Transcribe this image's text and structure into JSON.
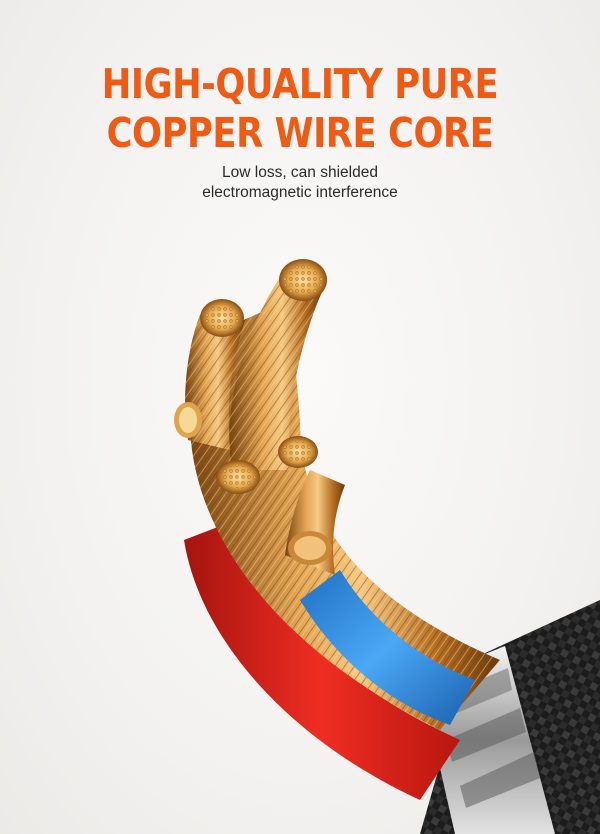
{
  "headline": {
    "line1": "HIGH-QUALITY PURE",
    "line2": "COPPER WIRE CORE"
  },
  "subtitle": {
    "line1": "Low loss, can shielded",
    "line2": "electromagnetic interference"
  },
  "colors": {
    "headline": "#f05a12",
    "copper": "#c9873a",
    "red_insulation": "#e5231b",
    "blue_insulation": "#2e8fe0",
    "braid": "#1c1c1c",
    "shield_silver": "#d8d8d8"
  },
  "image": {
    "subject": "cable-cross-section-icon"
  }
}
